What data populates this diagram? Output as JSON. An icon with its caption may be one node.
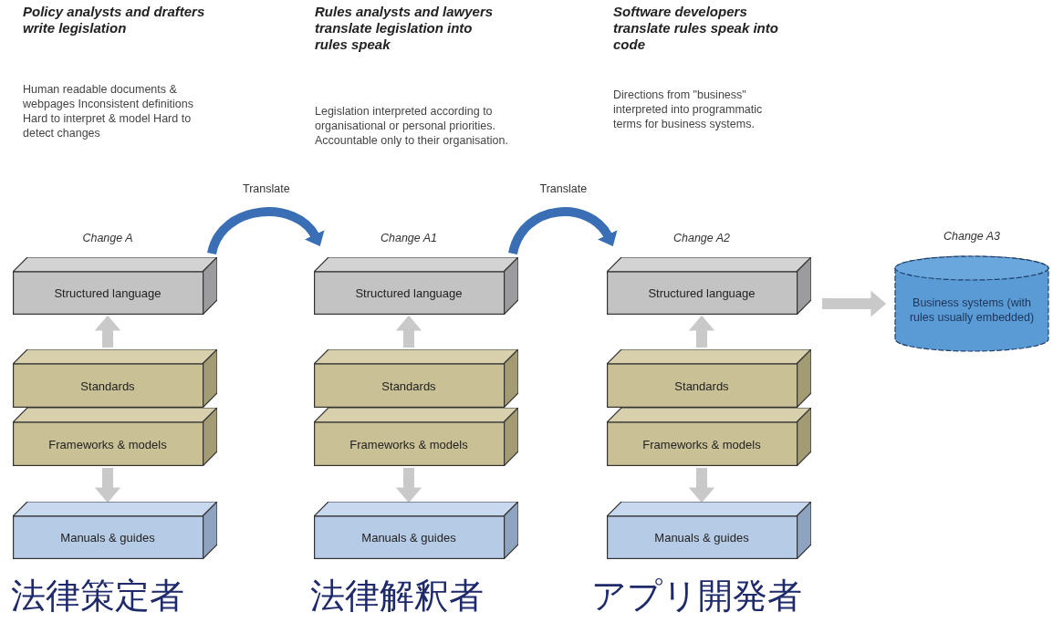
{
  "diagram": {
    "nodes": [
      {
        "text": [
          "Structured language"
        ],
        "beside": [
          "Change A"
        ]
      },
      {
        "text": [
          "Standards"
        ]
      },
      {
        "text": [
          "Frameworks & models"
        ]
      },
      {
        "text": [
          "Manuals & guides"
        ]
      },
      {
        "text": [
          "Structured language"
        ],
        "beside": [
          "Change A1"
        ]
      },
      {
        "text": [
          "Standards"
        ]
      },
      {
        "text": [
          "Frameworks & models"
        ]
      },
      {
        "text": [
          "Manuals & guides"
        ]
      },
      {
        "text": [
          "Structured language"
        ],
        "beside": [
          "Change A2"
        ]
      },
      {
        "text": [
          "Standards"
        ]
      },
      {
        "text": [
          "Frameworks & models"
        ]
      },
      {
        "text": [
          "Manuals & guides"
        ]
      },
      {
        "text": [
          "Business systems (with rules usually embedded)"
        ],
        "beside": [
          "Change A3"
        ]
      }
    ],
    "edges": [
      {
        "from": 1,
        "to": 0,
        "arrow": "to"
      },
      {
        "from": 2,
        "to": 3,
        "arrow": "to"
      },
      {
        "from": 5,
        "to": 4,
        "arrow": "to"
      },
      {
        "from": 6,
        "to": 7,
        "arrow": "to"
      },
      {
        "from": 9,
        "to": 8,
        "arrow": "to"
      },
      {
        "from": 10,
        "to": 11,
        "arrow": "to"
      },
      {
        "from": 0,
        "to": 4,
        "arrow": "to",
        "label": "Translate",
        "color": "#3a6eb5"
      },
      {
        "from": 4,
        "to": 8,
        "arrow": "to",
        "label": "Translate",
        "color": "#3a6eb5"
      },
      {
        "from": 8,
        "to": 12,
        "arrow": "to"
      }
    ],
    "labels": [
      "Policy analysts and drafters write legislation",
      "Human readable documents & webpages Inconsistent definitions Hard to interpret & model Hard to detect changes",
      "Rules analysts and lawyers translate legislation into rules speak",
      "Legislation interpreted according to organisational or personal priorities. Accountable only to their organisation.",
      "Software developers translate rules speak into code",
      "Directions from \"business\" interpreted into programmatic terms for business systems.",
      "法律策定者",
      "法律解釈者",
      "アプリ開発者"
    ]
  }
}
